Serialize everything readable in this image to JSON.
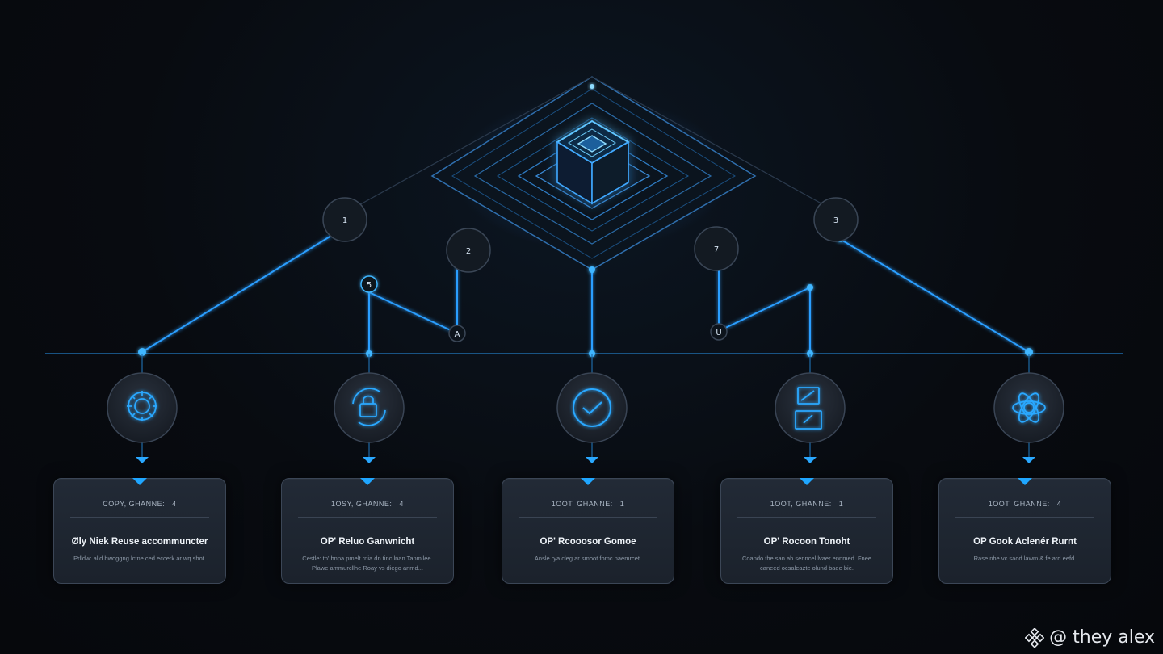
{
  "markers": [
    {
      "id": "m1",
      "label": "1"
    },
    {
      "id": "m2",
      "label": "2"
    },
    {
      "id": "m3",
      "label": "3"
    },
    {
      "id": "m7",
      "label": "7"
    },
    {
      "id": "m5",
      "label": "5"
    },
    {
      "id": "m4",
      "label": "A"
    },
    {
      "id": "m6",
      "label": "U"
    }
  ],
  "steps": [
    {
      "icon": "gear-network-icon",
      "meta": "COPY, GHANNE:",
      "meta_num": "4",
      "title": "Øly Niek Reuse accommuncter",
      "desc": "Prlldw: alld bwoggng lctne ced eccerk ar wq shot."
    },
    {
      "icon": "lock-cycle-icon",
      "meta": "1OSY, GHANNE:",
      "meta_num": "4",
      "title": "OP' Reluo Ganwnicht",
      "desc": "Cestle: tp' bnpa pmelt rnia dn tinc lnan Tanmllee. Plawe ammurcllhe Roay vs diego anmd..."
    },
    {
      "icon": "check-circle-icon",
      "meta": "1OOT, GHANNE:",
      "meta_num": "1",
      "title": "OP' Rcooosor Gomoe",
      "desc": "Ansle rya cleg ar smoot fomc naemrcet."
    },
    {
      "icon": "layers-frame-icon",
      "meta": "1OOT, GHANNE:",
      "meta_num": "1",
      "title": "OP' Rocoon Tonoht",
      "desc": "Coando the san ah senncel lvaer ennmed. Fnee caneed ocsaleazte olund baee bie."
    },
    {
      "icon": "atom-flower-icon",
      "meta": "1OOT, GHANNE:",
      "meta_num": "4",
      "title": "OP Gook Aclenér Rurnt",
      "desc": "Rase nhe vc saod lawm & fe ard eefd."
    }
  ],
  "watermark": {
    "icon": "binance-logo-icon",
    "text": "@ they alex"
  },
  "colors": {
    "accent": "#1fa6ff",
    "glow": "#3fb6ff",
    "background": "#080b10",
    "card": "#1e2530"
  }
}
